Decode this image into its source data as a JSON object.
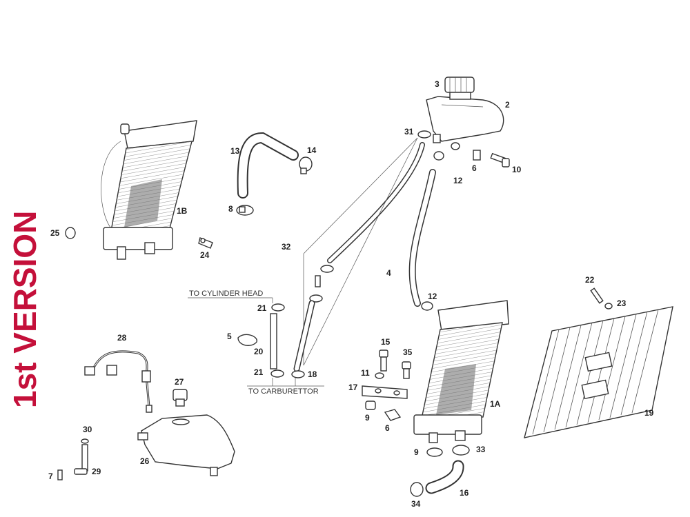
{
  "version_label": "1st VERSION",
  "notes": {
    "to_cylinder_head": "TO CYLINDER HEAD",
    "to_carburettor": "TO CARBURETTOR"
  },
  "callouts": {
    "c3": "3",
    "c2": "2",
    "c31": "31",
    "c6a": "6",
    "c10": "10",
    "c12a": "12",
    "c13": "13",
    "c14": "14",
    "c8": "8",
    "c1b": "1B",
    "c25": "25",
    "c24": "24",
    "c32": "32",
    "c4": "4",
    "c22": "22",
    "c23": "23",
    "c12b": "12",
    "c21a": "21",
    "c5": "5",
    "c20": "20",
    "c21b": "21",
    "c18": "18",
    "c28": "28",
    "c27": "27",
    "c15": "15",
    "c35": "35",
    "c11": "11",
    "c17": "17",
    "c9a": "9",
    "c6b": "6",
    "c1a": "1A",
    "c19": "19",
    "c30": "30",
    "c26": "26",
    "c29": "29",
    "c7": "7",
    "c9b": "9",
    "c33": "33",
    "c16": "16",
    "c34": "34"
  },
  "colors": {
    "accent": "#c4103a",
    "line": "#333333"
  }
}
